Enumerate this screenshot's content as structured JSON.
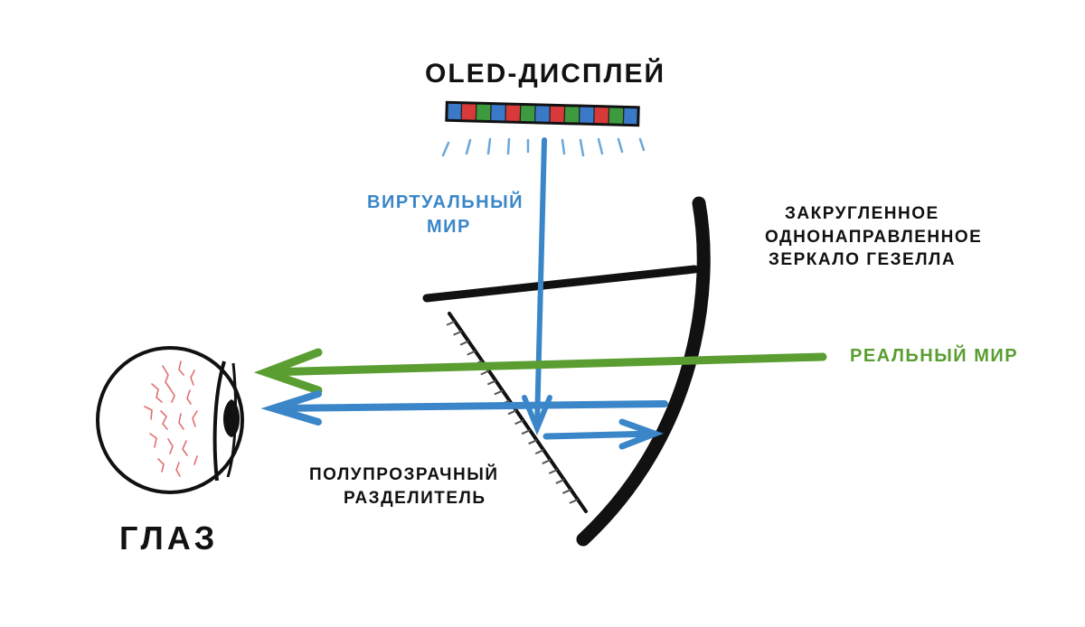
{
  "labels": {
    "oled_display": "OLED-ДИСПЛЕЙ",
    "virtual_world_line1": "ВИРТУАЛЬНЫЙ",
    "virtual_world_line2": "МИР",
    "mirror_line1": "ЗАКРУГЛЕННОЕ",
    "mirror_line2": "ОДНОНАПРАВЛЕННОЕ",
    "mirror_line3": "ЗЕРКАЛО ГЕЗЕЛЛА",
    "real_world": "РЕАЛЬНЫЙ МИР",
    "splitter_line1": "ПОЛУПРОЗРАЧНЫЙ",
    "splitter_line2": "РАЗДЕЛИТЕЛЬ",
    "eye": "ГЛАЗ"
  },
  "colors": {
    "virtual_light": "#3a86c8",
    "real_light": "#5a9e32",
    "outline": "#111111",
    "veins": "#e07070",
    "pixel_colors": [
      "#3a78c8",
      "#d83a3a",
      "#3e9a3e"
    ]
  },
  "icons": {
    "display": "oled-display-strip",
    "eye": "eyeball-icon",
    "mirror": "curved-mirror",
    "splitter": "beam-splitter"
  }
}
